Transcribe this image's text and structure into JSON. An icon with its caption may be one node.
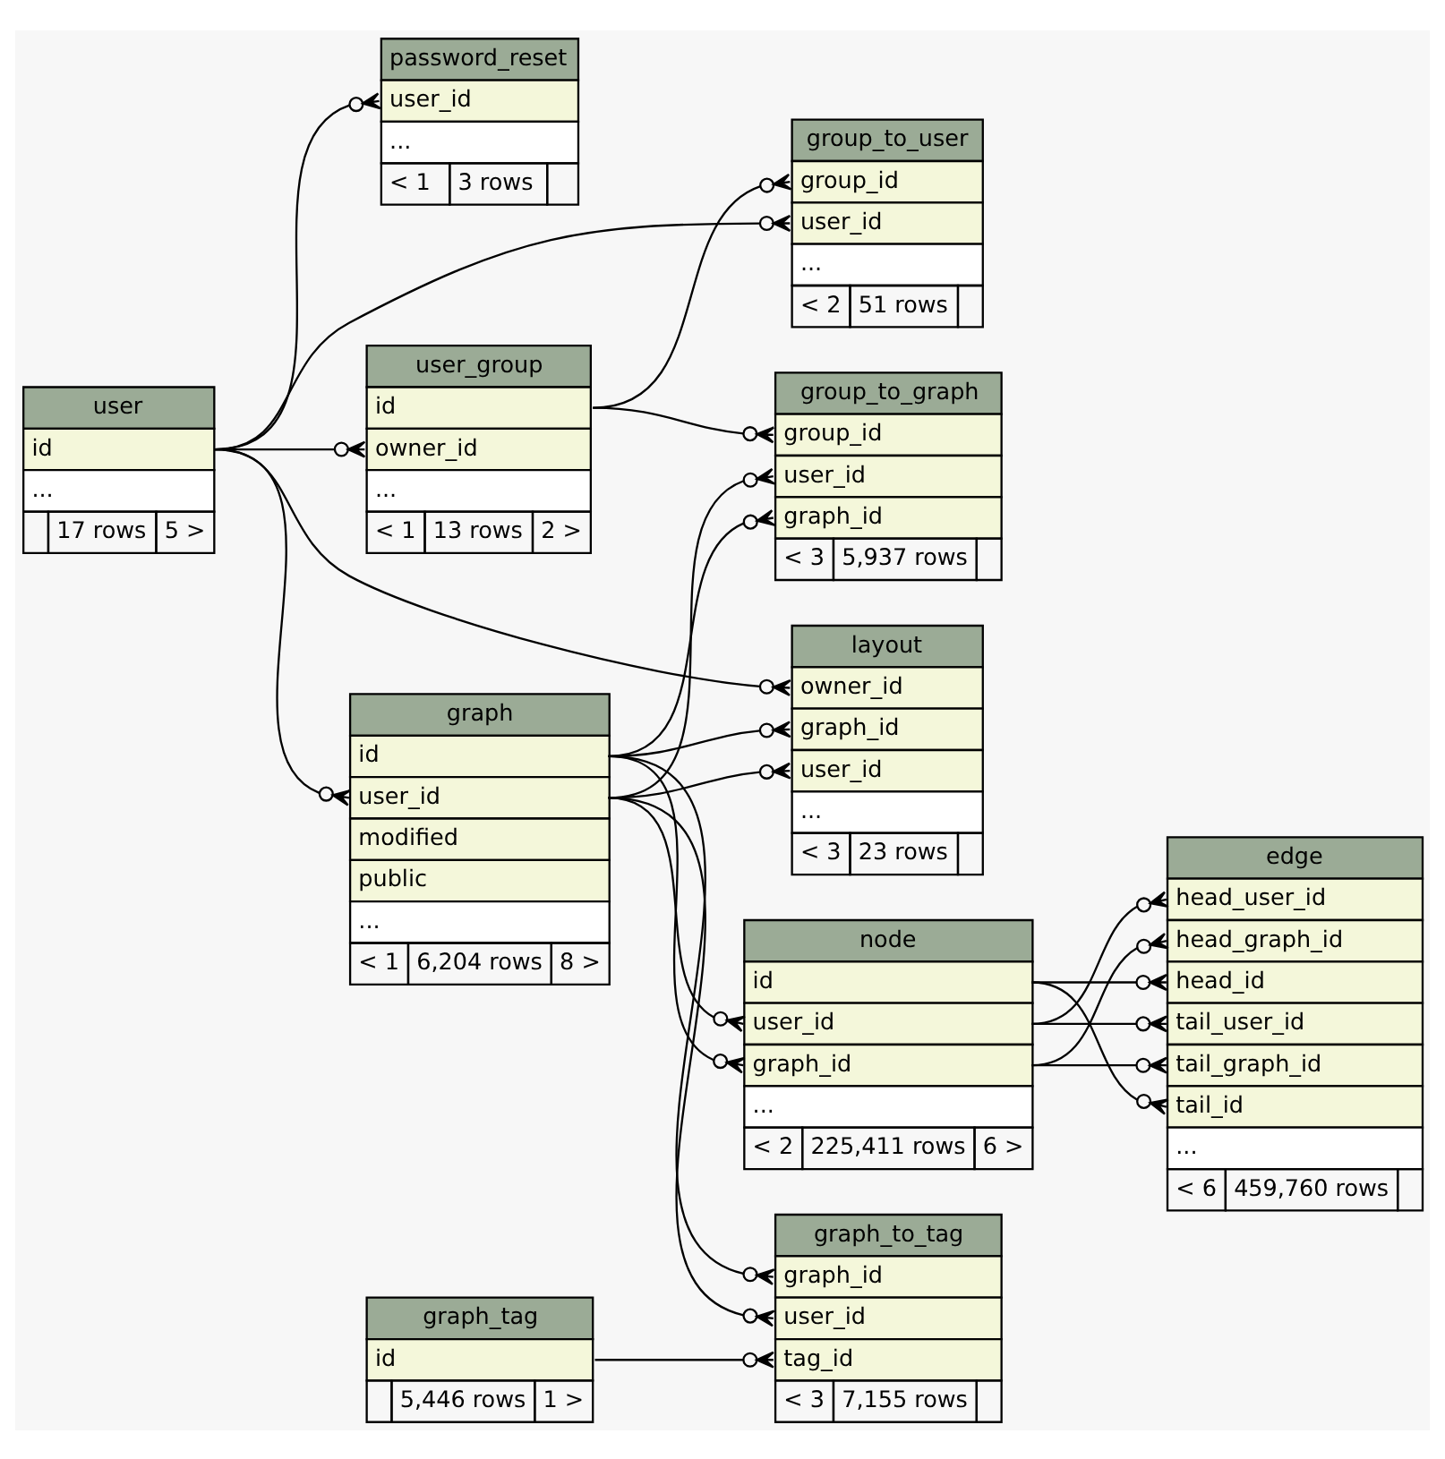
{
  "diagram": {
    "nodes": [
      {
        "text": [
          "user",
          "id",
          "...",
          "17 rows",
          "5 >"
        ]
      },
      {
        "text": [
          "password_reset",
          "user_id",
          "...",
          "< 1",
          "3 rows"
        ]
      },
      {
        "text": [
          "user_group",
          "id",
          "owner_id",
          "...",
          "< 1",
          "13 rows",
          "2 >"
        ]
      },
      {
        "text": [
          "group_to_user",
          "group_id",
          "user_id",
          "...",
          "< 2",
          "51 rows"
        ]
      },
      {
        "text": [
          "group_to_graph",
          "group_id",
          "user_id",
          "graph_id",
          "< 3",
          "5,937 rows"
        ]
      },
      {
        "text": [
          "layout",
          "owner_id",
          "graph_id",
          "user_id",
          "...",
          "< 3",
          "23 rows"
        ]
      },
      {
        "text": [
          "graph",
          "id",
          "user_id",
          "modified",
          "public",
          "...",
          "< 1",
          "6,204 rows",
          "8 >"
        ]
      },
      {
        "text": [
          "node",
          "id",
          "user_id",
          "graph_id",
          "...",
          "< 2",
          "225,411 rows",
          "6 >"
        ]
      },
      {
        "text": [
          "edge",
          "head_user_id",
          "head_graph_id",
          "head_id",
          "tail_user_id",
          "tail_graph_id",
          "tail_id",
          "...",
          "< 6",
          "459,760 rows"
        ]
      },
      {
        "text": [
          "graph_to_tag",
          "graph_id",
          "user_id",
          "tag_id",
          "< 3",
          "7,155 rows"
        ]
      },
      {
        "text": [
          "graph_tag",
          "id",
          "5,446 rows",
          "1 >"
        ]
      }
    ],
    "edges": [
      {
        "from": 0,
        "to": 1,
        "arrow": "other"
      },
      {
        "from": 0,
        "to": 3,
        "arrow": "other"
      },
      {
        "from": 0,
        "to": 2,
        "arrow": "other"
      },
      {
        "from": 0,
        "to": 5,
        "arrow": "other"
      },
      {
        "from": 0,
        "to": 6,
        "arrow": "other"
      },
      {
        "from": 2,
        "to": 3,
        "arrow": "other"
      },
      {
        "from": 2,
        "to": 4,
        "arrow": "other"
      },
      {
        "from": 6,
        "to": 4,
        "arrow": "other"
      },
      {
        "from": 6,
        "to": 4,
        "arrow": "other"
      },
      {
        "from": 6,
        "to": 5,
        "arrow": "other"
      },
      {
        "from": 6,
        "to": 5,
        "arrow": "other"
      },
      {
        "from": 6,
        "to": 7,
        "arrow": "other"
      },
      {
        "from": 6,
        "to": 7,
        "arrow": "other"
      },
      {
        "from": 6,
        "to": 9,
        "arrow": "other"
      },
      {
        "from": 6,
        "to": 9,
        "arrow": "other"
      },
      {
        "from": 10,
        "to": 9,
        "arrow": "other"
      },
      {
        "from": 7,
        "to": 8,
        "arrow": "other"
      },
      {
        "from": 7,
        "to": 8,
        "arrow": "other"
      },
      {
        "from": 7,
        "to": 8,
        "arrow": "other"
      },
      {
        "from": 7,
        "to": 8,
        "arrow": "other"
      },
      {
        "from": 7,
        "to": 8,
        "arrow": "other"
      },
      {
        "from": 7,
        "to": 8,
        "arrow": "other"
      }
    ]
  }
}
